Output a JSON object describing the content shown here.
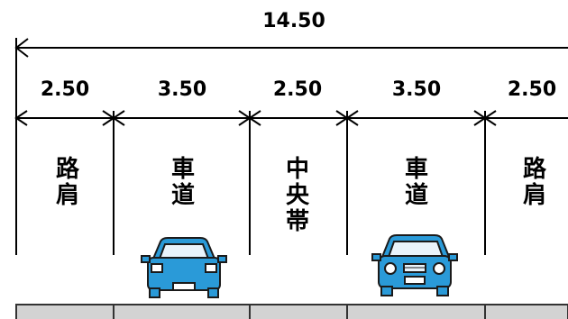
{
  "diagram": {
    "total_width": "14.50",
    "segments": [
      {
        "width": "2.50",
        "label": "路肩"
      },
      {
        "width": "3.50",
        "label": "車道"
      },
      {
        "width": "2.50",
        "label": "中央帯"
      },
      {
        "width": "3.50",
        "label": "車道"
      },
      {
        "width": "2.50",
        "label": "路肩"
      }
    ]
  },
  "colors": {
    "line": "#000000",
    "car_body": "#2a9ad8",
    "car_outline": "#1a1a1a",
    "road": "#d3d3d3"
  },
  "icons": {
    "car_left": "car-rear-icon",
    "car_right": "car-front-icon"
  }
}
